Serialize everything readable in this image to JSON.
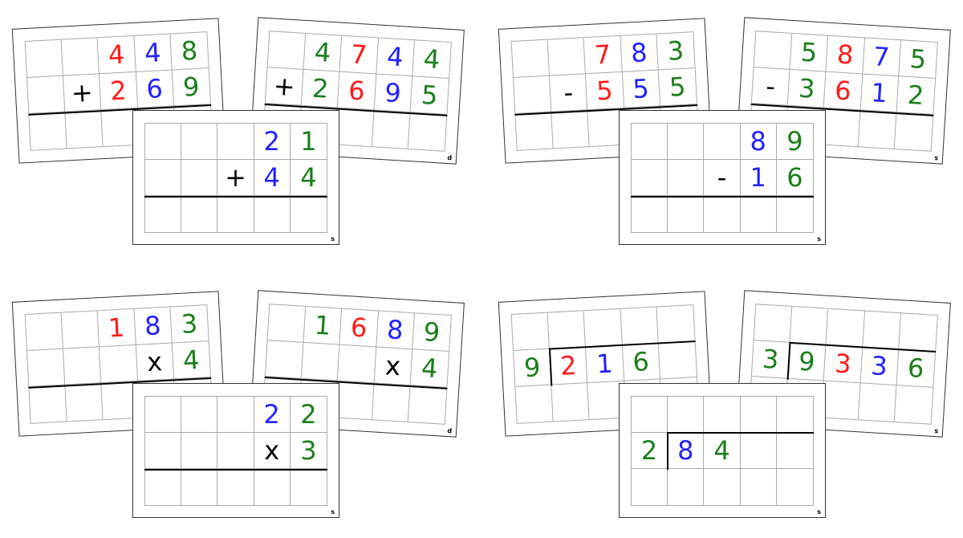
{
  "colors": {
    "r": "#ff1a1a",
    "b": "#2222ff",
    "g": "#1a7f1a",
    "k": "#000000"
  },
  "groups": [
    {
      "cards": [
        {
          "pos": "left",
          "kind": "addition",
          "corner": "",
          "rows": [
            [
              "",
              "",
              "4",
              "4",
              "8"
            ],
            [
              "",
              "+",
              "2",
              "6",
              "9"
            ],
            [
              "",
              "",
              "",
              "",
              ""
            ]
          ],
          "colors": [
            [
              "",
              "",
              "r",
              "b",
              "g"
            ],
            [
              "",
              "k",
              "r",
              "b",
              "g"
            ],
            [
              "",
              "",
              "",
              "",
              ""
            ]
          ]
        },
        {
          "pos": "right",
          "kind": "addition",
          "corner": "d",
          "rows": [
            [
              "",
              "4",
              "7",
              "4",
              "4"
            ],
            [
              "+",
              "2",
              "6",
              "9",
              "5"
            ],
            [
              "",
              "",
              "",
              "",
              ""
            ]
          ],
          "colors": [
            [
              "",
              "g",
              "r",
              "b",
              "g"
            ],
            [
              "k",
              "g",
              "r",
              "b",
              "g"
            ],
            [
              "",
              "",
              "",
              "",
              ""
            ]
          ]
        },
        {
          "pos": "front",
          "kind": "addition",
          "corner": "s",
          "rows": [
            [
              "",
              "",
              "",
              "2",
              "1"
            ],
            [
              "",
              "",
              "+",
              "4",
              "4"
            ],
            [
              "",
              "",
              "",
              "",
              ""
            ]
          ],
          "colors": [
            [
              "",
              "",
              "",
              "b",
              "g"
            ],
            [
              "",
              "",
              "k",
              "b",
              "g"
            ],
            [
              "",
              "",
              "",
              "",
              ""
            ]
          ]
        }
      ]
    },
    {
      "cards": [
        {
          "pos": "left",
          "kind": "subtraction",
          "corner": "",
          "rows": [
            [
              "",
              "",
              "7",
              "8",
              "3"
            ],
            [
              "",
              "-",
              "5",
              "5",
              "5"
            ],
            [
              "",
              "",
              "",
              "",
              ""
            ]
          ],
          "colors": [
            [
              "",
              "",
              "r",
              "b",
              "g"
            ],
            [
              "",
              "k",
              "r",
              "b",
              "g"
            ],
            [
              "",
              "",
              "",
              "",
              ""
            ]
          ]
        },
        {
          "pos": "right",
          "kind": "subtraction",
          "corner": "s",
          "rows": [
            [
              "",
              "5",
              "8",
              "7",
              "5"
            ],
            [
              "-",
              "3",
              "6",
              "1",
              "2"
            ],
            [
              "",
              "",
              "",
              "",
              ""
            ]
          ],
          "colors": [
            [
              "",
              "g",
              "r",
              "b",
              "g"
            ],
            [
              "k",
              "g",
              "r",
              "b",
              "g"
            ],
            [
              "",
              "",
              "",
              "",
              ""
            ]
          ]
        },
        {
          "pos": "front",
          "kind": "subtraction",
          "corner": "s",
          "rows": [
            [
              "",
              "",
              "",
              "8",
              "9"
            ],
            [
              "",
              "",
              "-",
              "1",
              "6"
            ],
            [
              "",
              "",
              "",
              "",
              ""
            ]
          ],
          "colors": [
            [
              "",
              "",
              "",
              "b",
              "g"
            ],
            [
              "",
              "",
              "k",
              "b",
              "g"
            ],
            [
              "",
              "",
              "",
              "",
              ""
            ]
          ]
        }
      ]
    },
    {
      "cards": [
        {
          "pos": "left",
          "kind": "multiplication",
          "corner": "",
          "rows": [
            [
              "",
              "",
              "1",
              "8",
              "3"
            ],
            [
              "",
              "",
              "",
              "x",
              "4"
            ],
            [
              "",
              "",
              "",
              "",
              ""
            ]
          ],
          "colors": [
            [
              "",
              "",
              "r",
              "b",
              "g"
            ],
            [
              "",
              "",
              "",
              "k",
              "g"
            ],
            [
              "",
              "",
              "",
              "",
              ""
            ]
          ]
        },
        {
          "pos": "right",
          "kind": "multiplication",
          "corner": "d",
          "rows": [
            [
              "",
              "1",
              "6",
              "8",
              "9"
            ],
            [
              "",
              "",
              "",
              "x",
              "4"
            ],
            [
              "",
              "",
              "",
              "",
              ""
            ]
          ],
          "colors": [
            [
              "",
              "g",
              "r",
              "b",
              "g"
            ],
            [
              "",
              "",
              "",
              "k",
              "g"
            ],
            [
              "",
              "",
              "",
              "",
              ""
            ]
          ]
        },
        {
          "pos": "front",
          "kind": "multiplication",
          "corner": "s",
          "rows": [
            [
              "",
              "",
              "",
              "2",
              "2"
            ],
            [
              "",
              "",
              "",
              "x",
              "3"
            ],
            [
              "",
              "",
              "",
              "",
              ""
            ]
          ],
          "colors": [
            [
              "",
              "",
              "",
              "b",
              "g"
            ],
            [
              "",
              "",
              "",
              "k",
              "g"
            ],
            [
              "",
              "",
              "",
              "",
              ""
            ]
          ]
        }
      ]
    },
    {
      "cards": [
        {
          "pos": "left",
          "kind": "division",
          "corner": "",
          "rows": [
            [
              "",
              "",
              "",
              "",
              ""
            ],
            [
              "9",
              "2",
              "1",
              "6",
              ""
            ],
            [
              "",
              "",
              "",
              "",
              ""
            ]
          ],
          "colors": [
            [
              "",
              "",
              "",
              "",
              ""
            ],
            [
              "g",
              "r",
              "b",
              "g",
              ""
            ],
            [
              "",
              "",
              "",
              "",
              ""
            ]
          ]
        },
        {
          "pos": "right",
          "kind": "division",
          "corner": "s",
          "rows": [
            [
              "",
              "",
              "",
              "",
              ""
            ],
            [
              "3",
              "9",
              "3",
              "3",
              "6"
            ],
            [
              "",
              "",
              "",
              "",
              ""
            ]
          ],
          "colors": [
            [
              "",
              "",
              "",
              "",
              ""
            ],
            [
              "g",
              "g",
              "r",
              "b",
              "g"
            ],
            [
              "",
              "",
              "",
              "",
              ""
            ]
          ]
        },
        {
          "pos": "front",
          "kind": "division",
          "corner": "s",
          "rows": [
            [
              "",
              "",
              "",
              "",
              ""
            ],
            [
              "2",
              "8",
              "4",
              "",
              ""
            ],
            [
              "",
              "",
              "",
              "",
              ""
            ]
          ],
          "colors": [
            [
              "",
              "",
              "",
              "",
              ""
            ],
            [
              "g",
              "b",
              "g",
              "",
              ""
            ],
            [
              "",
              "",
              "",
              "",
              ""
            ]
          ]
        }
      ]
    }
  ]
}
